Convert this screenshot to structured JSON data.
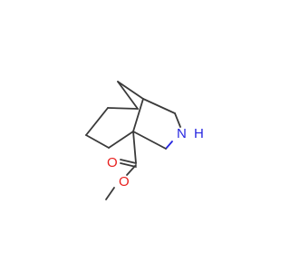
{
  "molecule": {
    "atoms": {
      "nitrogen": {
        "label": "N",
        "color": "#2727e0"
      },
      "hydrogen": {
        "label": "H",
        "color": "#2727e0"
      },
      "carbonyl_oxygen": {
        "label": "O",
        "color": "#e8201e"
      },
      "ester_oxygen": {
        "label": "O",
        "color": "#e8201e"
      }
    },
    "bond_color": "#3a3a3a"
  }
}
